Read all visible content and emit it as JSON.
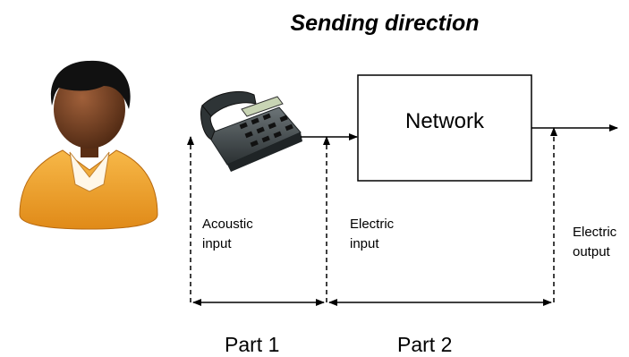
{
  "diagram": {
    "title": "Sending direction",
    "network_label": "Network",
    "labels": {
      "acoustic_input": [
        "Acoustic",
        "input"
      ],
      "electric_input": [
        "Electric",
        "input"
      ],
      "electric_output": [
        "Electric",
        "output"
      ]
    },
    "parts": {
      "part1": "Part 1",
      "part2": "Part 2"
    },
    "icons": {
      "person": "person-icon",
      "telephone": "telephone-icon"
    },
    "colors": {
      "person_skin": "#6b3a1f",
      "person_shirt": "#f0a030",
      "phone_body": "#3d4446"
    }
  }
}
